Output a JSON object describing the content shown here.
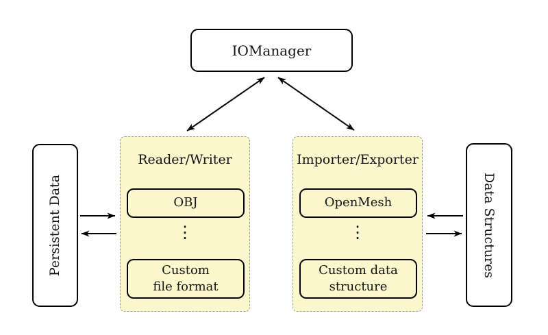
{
  "nodes": {
    "iomanager": "IOManager",
    "persistent_data": "Persistent Data",
    "data_structures": "Data Structures"
  },
  "reader_writer_group": {
    "title": "Reader/Writer",
    "items": [
      {
        "label": "OBJ"
      },
      {
        "label": "Custom\nfile format"
      }
    ],
    "ellipsis": "⋮"
  },
  "importer_exporter_group": {
    "title": "Importer/Exporter",
    "items": [
      {
        "label": "OpenMesh"
      },
      {
        "label": "Custom data\nstructure"
      }
    ],
    "ellipsis": "⋮"
  },
  "colors": {
    "group_fill": "#FBF8CE",
    "group_border": "#979797",
    "node_fill": "#FFFFFF",
    "node_border": "#000000",
    "arrow": "#000000"
  }
}
